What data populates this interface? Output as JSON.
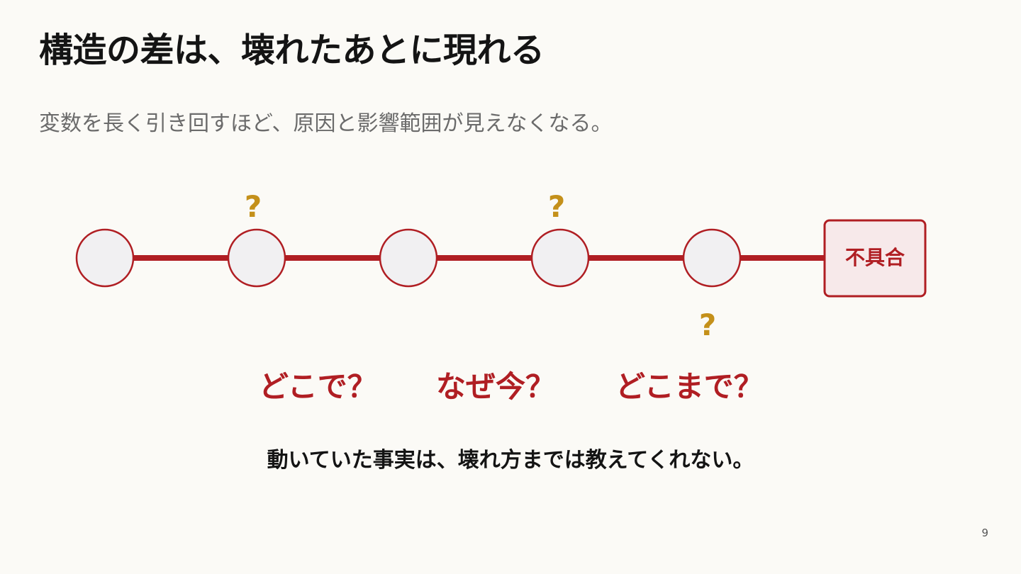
{
  "slide": {
    "title": "構造の差は、壊れたあとに現れる",
    "subtitle": "変数を長く引き回すほど、原因と影響範囲が見えなくなる。",
    "page_number": "9"
  },
  "diagram": {
    "node_count": 5,
    "end_label": "不具合",
    "question_mark": "?",
    "question_positions": [
      "above node 2",
      "above node 4",
      "below node 5"
    ],
    "colors": {
      "accent": "#b01e23",
      "node_fill": "#f1f0f2",
      "end_fill": "#f7e9ea",
      "question_mark": "#c4901a",
      "background": "#fbfaf6"
    }
  },
  "questions": [
    "どこで？",
    "なぜ今？",
    "どこまで？"
  ],
  "conclusion": "動いていた事実は、壊れ方までは教えてくれない。"
}
